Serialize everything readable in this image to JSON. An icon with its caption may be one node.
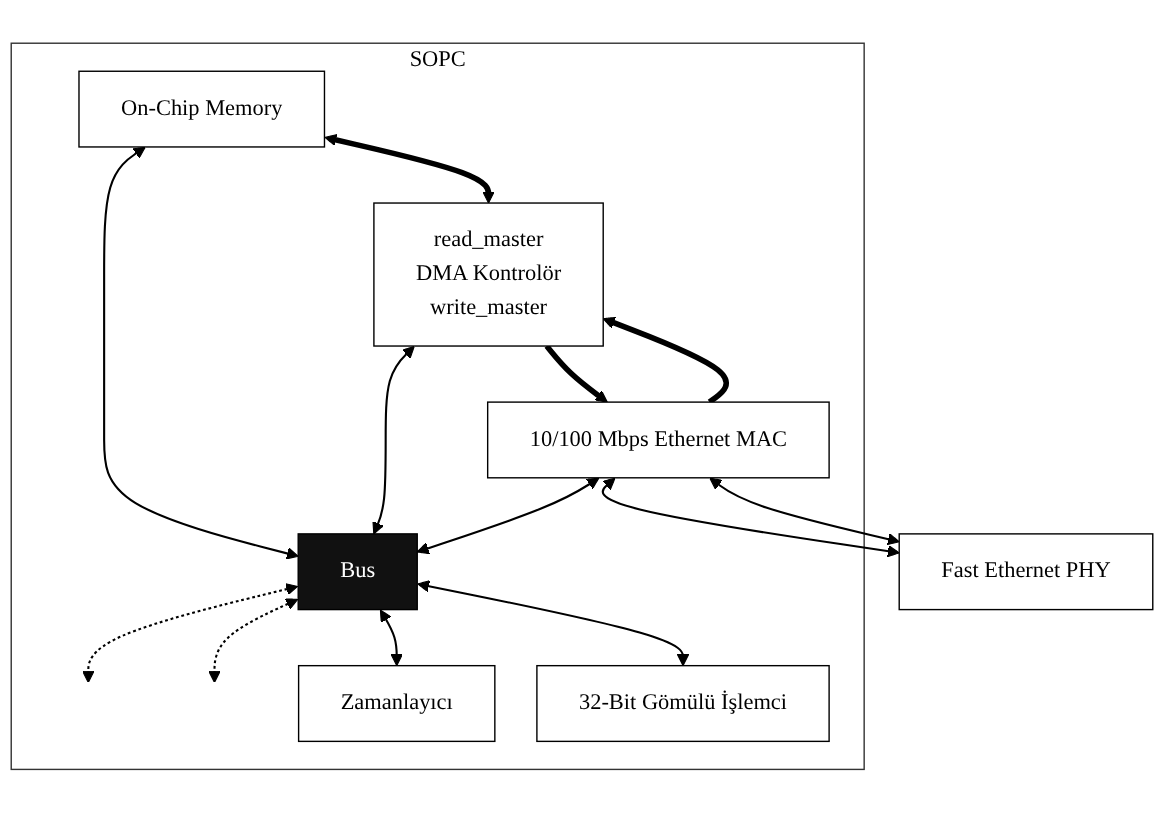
{
  "diagram": {
    "nodes": [
      {
        "text": [
          "SOPC"
        ]
      },
      {
        "text": [
          "On-Chip Memory"
        ],
        "in": 0
      },
      {
        "text": [
          "read_master",
          "DMA Kontrolör",
          "write_master"
        ],
        "in": 0
      },
      {
        "text": [
          "10/100 Mbps Ethernet MAC"
        ],
        "in": 0
      },
      {
        "text": [
          "Fast Ethernet PHY"
        ]
      },
      {
        "text": [
          "Bus"
        ],
        "in": 0
      },
      {
        "text": [
          "Zamanlayıcı"
        ],
        "in": 0
      },
      {
        "text": [
          "32-Bit Gömülü İşlemci"
        ],
        "in": 0
      }
    ],
    "edges": [
      {
        "from": 1,
        "to": 2,
        "arrow": "both",
        "style": "thick"
      },
      {
        "from": 3,
        "to": 2,
        "arrow": "to",
        "style": "thick"
      },
      {
        "from": 2,
        "to": 3,
        "arrow": "to",
        "style": "thick"
      },
      {
        "from": 3,
        "to": 4,
        "arrow": "both"
      },
      {
        "from": 3,
        "to": 4,
        "arrow": "both"
      },
      {
        "from": 1,
        "to": 5,
        "arrow": "both"
      },
      {
        "from": 2,
        "to": 5,
        "arrow": "both"
      },
      {
        "from": 3,
        "to": 5,
        "arrow": "both"
      },
      {
        "from": 5,
        "to": 6,
        "arrow": "both"
      },
      {
        "from": 5,
        "to": 7,
        "arrow": "both"
      },
      {
        "from": 5,
        "to": null,
        "arrow": "both",
        "style": "dashed"
      },
      {
        "from": 5,
        "to": null,
        "arrow": "both",
        "style": "dashed"
      }
    ]
  }
}
